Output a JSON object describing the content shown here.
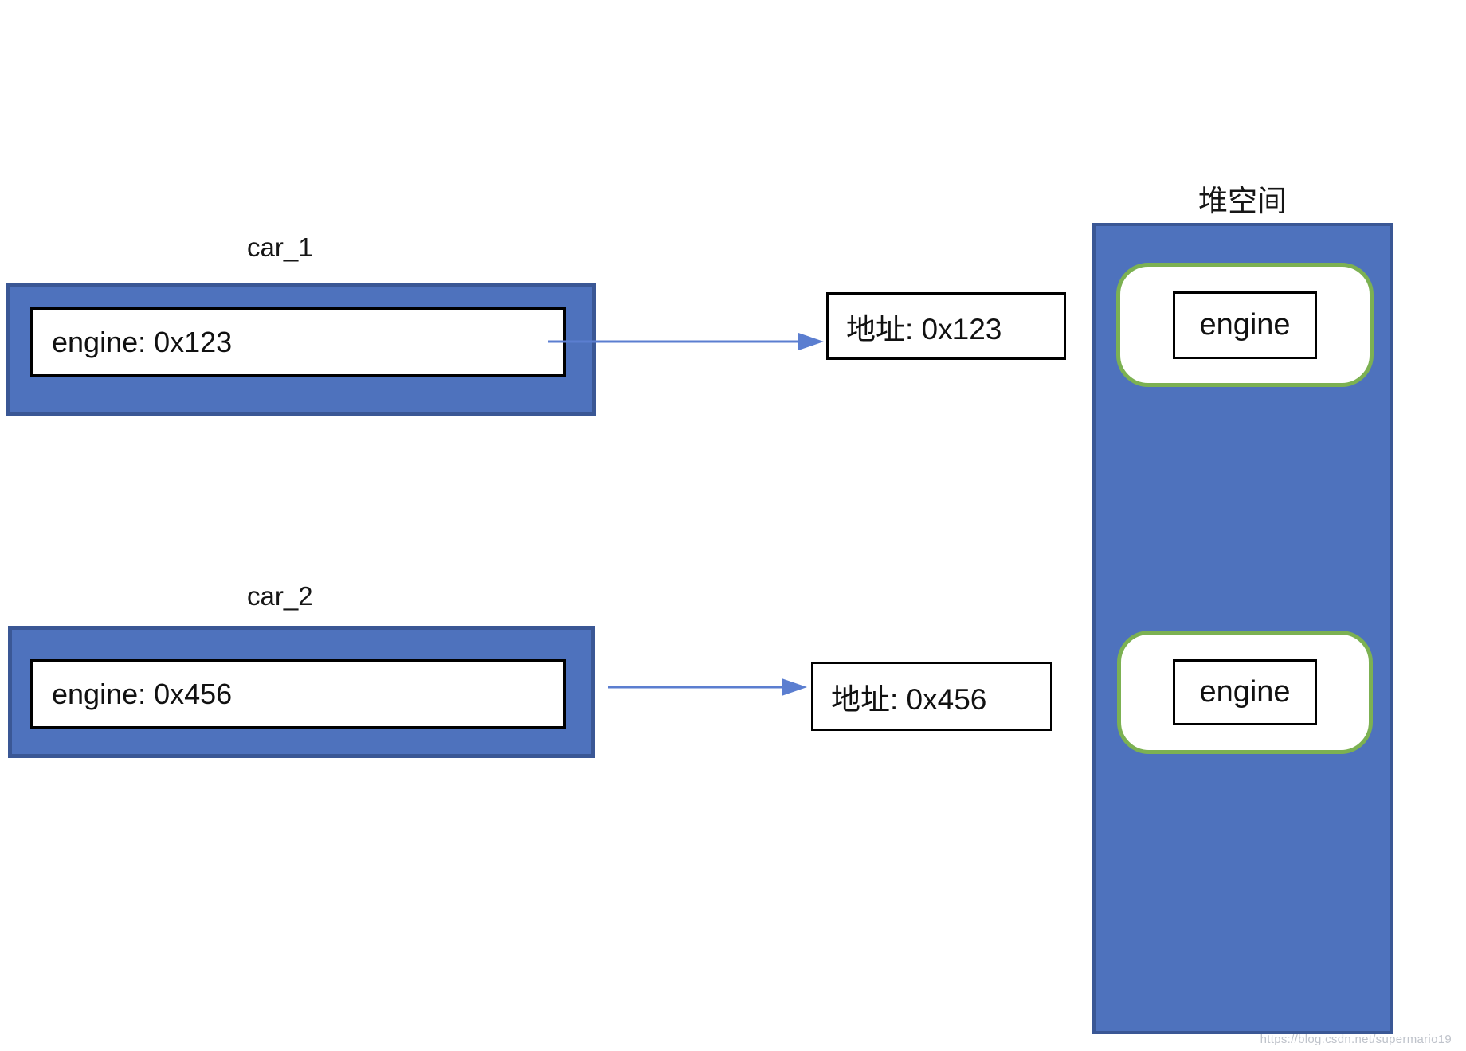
{
  "heap": {
    "label": "堆空间",
    "objects": [
      {
        "label": "engine"
      },
      {
        "label": "engine"
      }
    ]
  },
  "cars": [
    {
      "label": "car_1",
      "field": "engine: 0x123",
      "address": "地址: 0x123"
    },
    {
      "label": "car_2",
      "field": "engine: 0x456",
      "address": "地址: 0x456"
    }
  ],
  "watermark": "https://blog.csdn.net/supermario19",
  "colors": {
    "box_fill": "#4E72BD",
    "box_border": "#3A5795",
    "green_border": "#7CB152",
    "arrow": "#5B7ED0"
  }
}
